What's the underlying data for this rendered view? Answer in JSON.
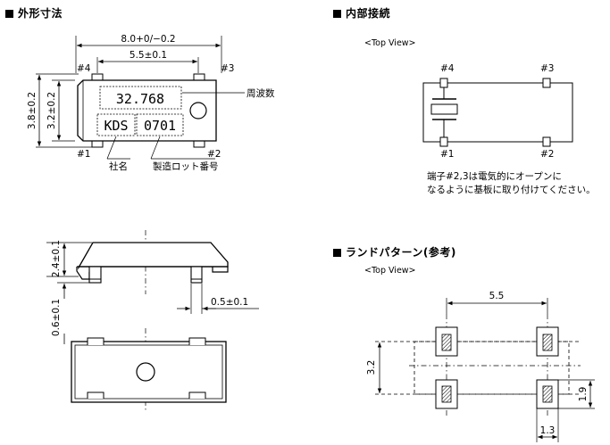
{
  "sections": {
    "outline": "外形寸法",
    "internal": "内部接続",
    "land": "ランドパターン(参考)"
  },
  "top_view": "<Top View>",
  "outline": {
    "width_total": "8.0+0/−0.2",
    "pitch": "5.5±0.1",
    "height_total": "3.8±0.2",
    "height_body": "3.2±0.2",
    "pins": {
      "p1": "#1",
      "p2": "#2",
      "p3": "#3",
      "p4": "#4"
    },
    "freq_marking": "32.768",
    "company_marking": "KDS",
    "lot_marking": "0701",
    "label_frequency": "周波数",
    "label_company": "社名",
    "label_lot": "製造ロット番号",
    "side_height": "2.4±0.1",
    "side_standoff": "0.6±0.1",
    "lead_width": "0.5±0.1"
  },
  "internal": {
    "pins": {
      "p1": "#1",
      "p2": "#2",
      "p3": "#3",
      "p4": "#4"
    },
    "note_line1": "端子#2,3は電気的にオープンに",
    "note_line2": "なるように基板に取り付けてください。"
  },
  "land": {
    "pitch_x": "5.5",
    "pitch_y": "3.2",
    "pad_h": "1.9",
    "pad_w": "1.3"
  }
}
